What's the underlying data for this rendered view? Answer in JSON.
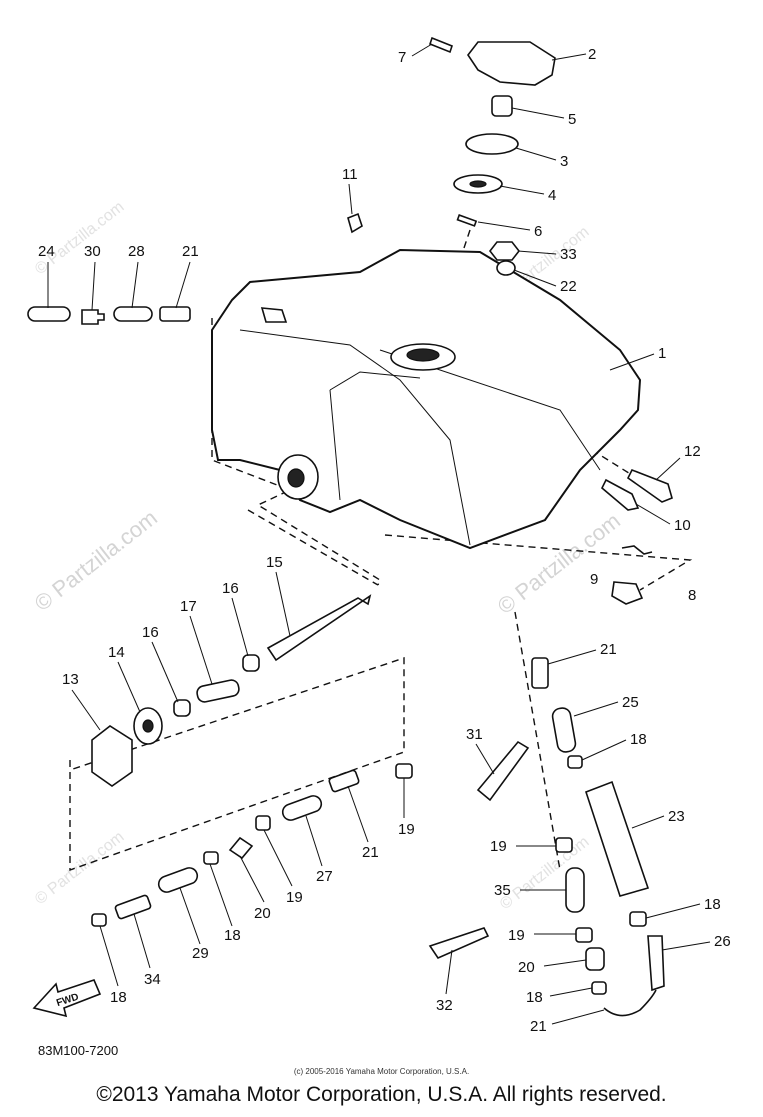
{
  "watermark": {
    "text": "© Partzilla.com"
  },
  "diagram": {
    "code": "83M100-7200",
    "fwd_label": "FWD",
    "small_copyright": "(c) 2005-2016 Yamaha Motor Corporation, U.S.A.",
    "copyright": "©2013 Yamaha Motor Corporation, U.S.A. All rights reserved.",
    "callouts": {
      "c1": "1",
      "c2": "2",
      "c3": "3",
      "c4": "4",
      "c5": "5",
      "c6": "6",
      "c7": "7",
      "c8": "8",
      "c9": "9",
      "c10": "10",
      "c11": "11",
      "c12": "12",
      "c13": "13",
      "c14": "14",
      "c15": "15",
      "c16a": "16",
      "c16b": "16",
      "c17": "17",
      "c18a": "18",
      "c18b": "18",
      "c18c": "18",
      "c18d": "18",
      "c18e": "18",
      "c19a": "19",
      "c19b": "19",
      "c19c": "19",
      "c19d": "19",
      "c20a": "20",
      "c20b": "20",
      "c21a": "21",
      "c21b": "21",
      "c21c": "21",
      "c21d": "21",
      "c22": "22",
      "c23": "23",
      "c24": "24",
      "c25": "25",
      "c26": "26",
      "c27": "27",
      "c28": "28",
      "c29": "29",
      "c30": "30",
      "c31": "31",
      "c32": "32",
      "c33": "33",
      "c34": "34",
      "c35": "35"
    }
  }
}
